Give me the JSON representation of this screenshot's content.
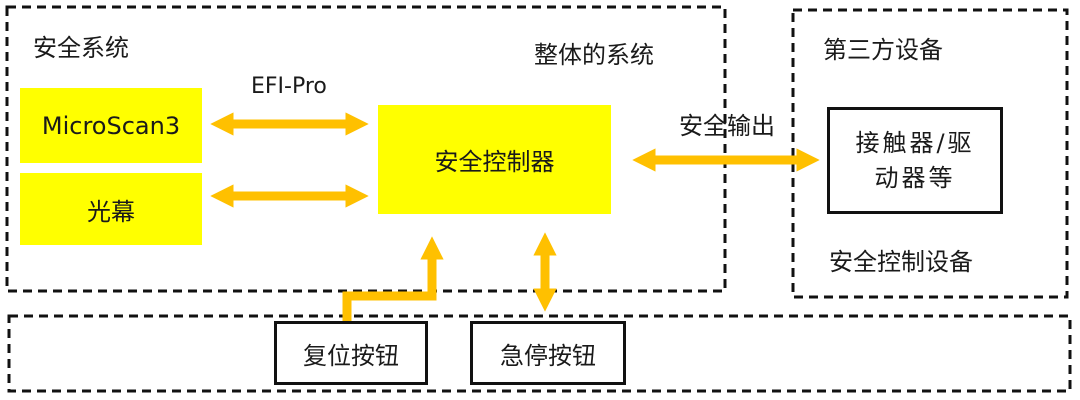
{
  "regions": {
    "safety_system": "安全系统",
    "overall_system": "整体的系统",
    "third_party": "第三方设备",
    "safety_control_equipment": "安全控制设备"
  },
  "nodes": {
    "microscan": "MicroScan3",
    "light_curtain": "光幕",
    "controller": "安全控制器",
    "contactor_line1": "接触器/驱",
    "contactor_line2": "动器等",
    "reset_button": "复位按钮",
    "estop_button": "急停按钮"
  },
  "links": {
    "efi_pro": "EFI-Pro",
    "safety_output": "安全输出"
  },
  "colors": {
    "highlight": "#ffff00",
    "arrow": "#ffc000",
    "border": "#111111"
  }
}
